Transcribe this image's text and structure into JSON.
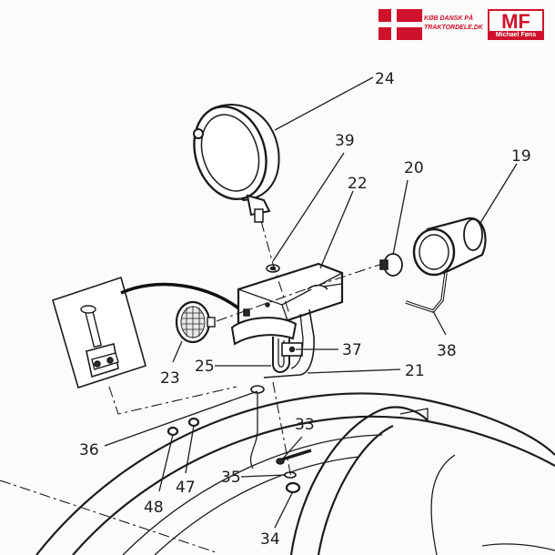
{
  "header": {
    "slogan_line1": "KØB DANSK PÅ",
    "slogan_line2": "TRAKTORDELE.DK",
    "badge_letters": "MF",
    "badge_name": "Michael Føns"
  },
  "colors": {
    "brand_red": "#d0112b",
    "ink": "#1d1d1d"
  },
  "callouts": {
    "c19": "19",
    "c20": "20",
    "c21": "21",
    "c22": "22",
    "c23": "23",
    "c24": "24",
    "c25": "25",
    "c33": "33",
    "c34": "34",
    "c35": "35",
    "c36": "36",
    "c37": "37",
    "c38": "38",
    "c39": "39",
    "c47": "47",
    "c48": "48"
  }
}
